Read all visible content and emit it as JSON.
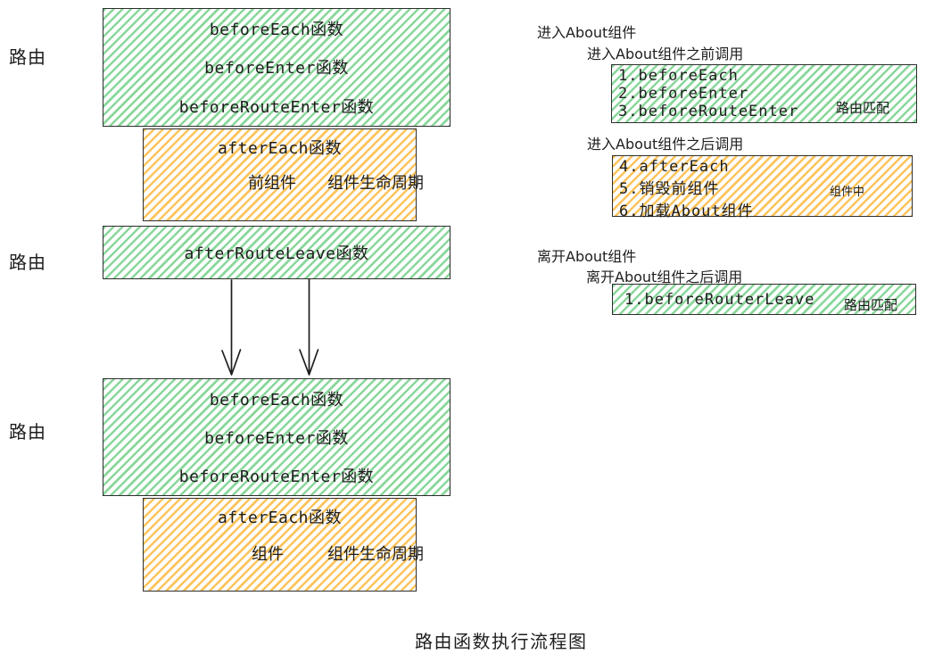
{
  "diagram_title": "路由函数执行流程图",
  "left_flow": {
    "route_label": "路由",
    "enter_route_box": {
      "lines": [
        "beforeEach函数",
        "beforeEnter函数",
        "beforeRouteEnter函数"
      ]
    },
    "enter_component_box": {
      "title": "afterEach函数",
      "component_label": "前组件",
      "lifecycle_label": "组件生命周期"
    },
    "leave_route_box": {
      "label": "afterRouteLeave函数"
    },
    "reenter_route_box": {
      "lines": [
        "beforeEach函数",
        "beforeEnter函数",
        "beforeRouteEnter函数"
      ]
    },
    "reenter_component_box": {
      "title": "afterEach函数",
      "component_label": "组件",
      "lifecycle_label": "组件生命周期"
    }
  },
  "right_notes": {
    "enter_heading": "进入About组件",
    "enter_before_label": "进入About组件之前调用",
    "enter_before_box": {
      "items": [
        "1.beforeEach",
        "2.beforeEnter",
        "3.beforeRouteEnter"
      ],
      "tag": "路由匹配"
    },
    "enter_after_label": "进入About组件之后调用",
    "enter_after_box": {
      "items": [
        "4.afterEach",
        "5.销毁前组件",
        "6.加载About组件"
      ],
      "tag": "组件中"
    },
    "leave_heading": "离开About组件",
    "leave_after_label": "离开About组件之后调用",
    "leave_after_box": {
      "items": [
        "1.beforeRouterLeave"
      ],
      "tag": "路由匹配"
    }
  },
  "colors": {
    "green_hatch": "#8ad79b",
    "orange_hatch": "#fdc45c",
    "box_border": "#2e2e2e",
    "text": "#1e1e1e"
  }
}
